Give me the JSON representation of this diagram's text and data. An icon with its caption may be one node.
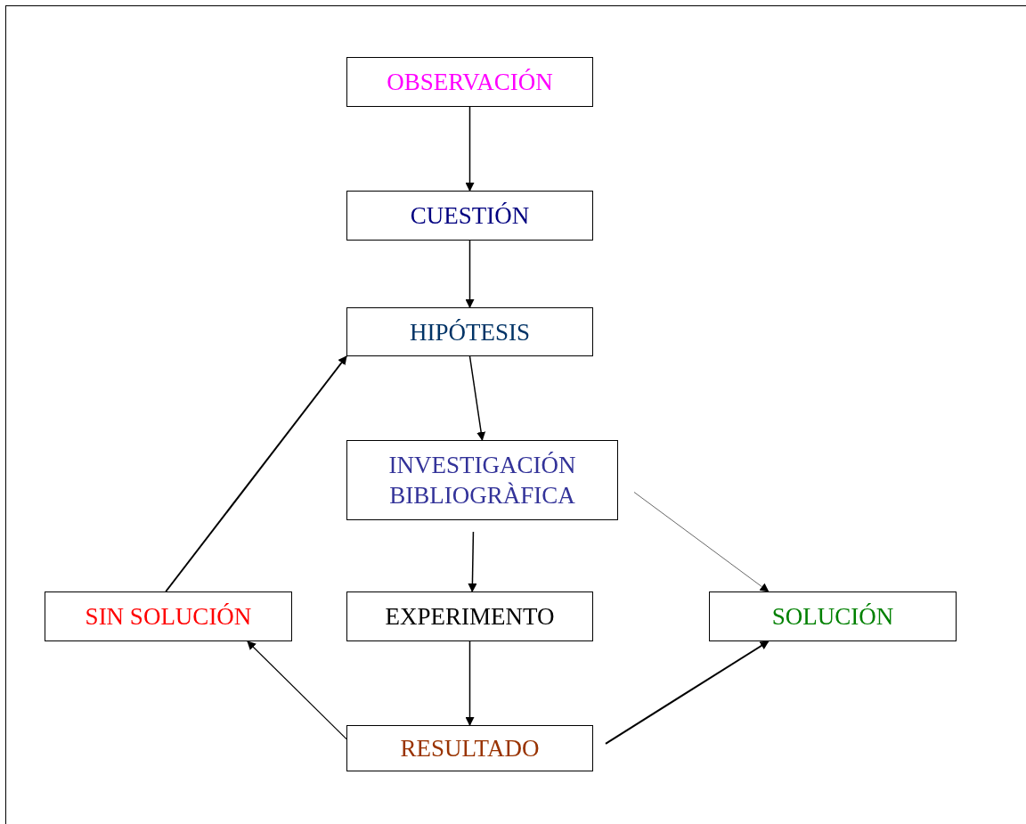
{
  "diagram": {
    "nodes": [
      {
        "text": [
          "OBSERVACIÓN"
        ]
      },
      {
        "text": [
          "CUESTIÓN"
        ]
      },
      {
        "text": [
          "HIPÓTESIS"
        ]
      },
      {
        "text": [
          "INVESTIGACIÓN BIBLIOGRÀFICA"
        ]
      },
      {
        "text": [
          "SIN SOLUCIÓN"
        ]
      },
      {
        "text": [
          "EXPERIMENTO"
        ]
      },
      {
        "text": [
          "SOLUCIÓN"
        ]
      },
      {
        "text": [
          "RESULTADO"
        ]
      }
    ],
    "edges": [
      {
        "from": 0,
        "to": 1,
        "arrow": "to"
      },
      {
        "from": 1,
        "to": 2,
        "arrow": "to"
      },
      {
        "from": 2,
        "to": 3,
        "arrow": "to"
      },
      {
        "from": 3,
        "to": 5,
        "arrow": "to"
      },
      {
        "from": 3,
        "to": 6,
        "arrow": "to"
      },
      {
        "from": 5,
        "to": 7,
        "arrow": "to"
      },
      {
        "from": 7,
        "to": 4,
        "arrow": "to"
      },
      {
        "from": 7,
        "to": 6,
        "arrow": "to"
      },
      {
        "from": 4,
        "to": 2,
        "arrow": "to"
      }
    ]
  }
}
